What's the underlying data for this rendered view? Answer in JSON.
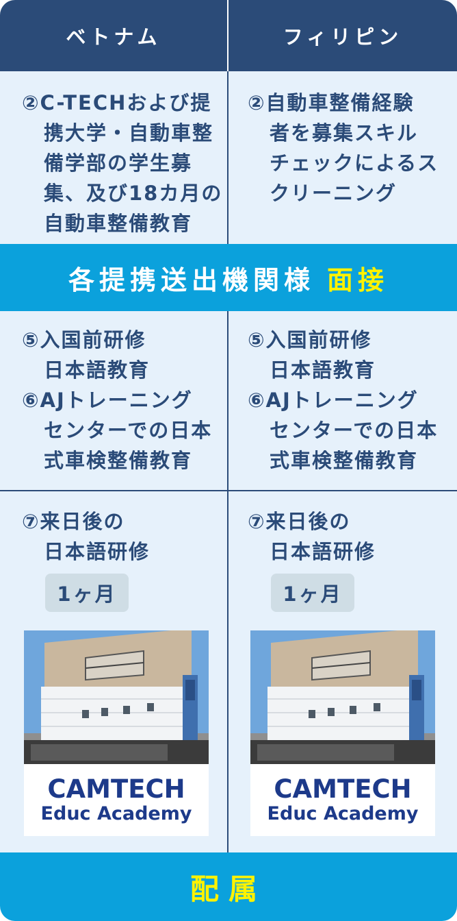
{
  "header": {
    "left": "ベトナム",
    "right": "フィリピン"
  },
  "step2": {
    "left": [
      "②C-TECHおよび提",
      "携大学・自動車整",
      "備学部の学生募",
      "集、及び18カ月の",
      "自動車整備教育"
    ],
    "right": [
      "②自動車整備経験",
      "者を募集スキル",
      "チェックによるス",
      "クリーニング"
    ]
  },
  "interview": {
    "text": "各提携送出機関様",
    "highlight": "面接"
  },
  "step56": {
    "left": [
      "⑤入国前研修",
      "日本語教育",
      "⑥AJトレーニング",
      "センターでの日本",
      "式車検整備教育"
    ],
    "right": [
      "⑤入国前研修",
      "日本語教育",
      "⑥AJトレーニング",
      "センターでの日本",
      "式車検整備教育"
    ]
  },
  "step7": {
    "left": [
      "⑦来日後の",
      "日本語研修"
    ],
    "right": [
      "⑦来日後の",
      "日本語研修"
    ],
    "duration_left": "1ヶ月",
    "duration_right": "1ヶ月"
  },
  "school": {
    "name": "CAMTECH",
    "subtitle": "Educ Academy",
    "brand_color": "#1d3a8a"
  },
  "assignment": {
    "text": "配属"
  },
  "colors": {
    "navy": "#2b4b78",
    "band": "#0ba1dc",
    "highlight": "#fff200",
    "cell_bg": "#e6f1fb"
  }
}
